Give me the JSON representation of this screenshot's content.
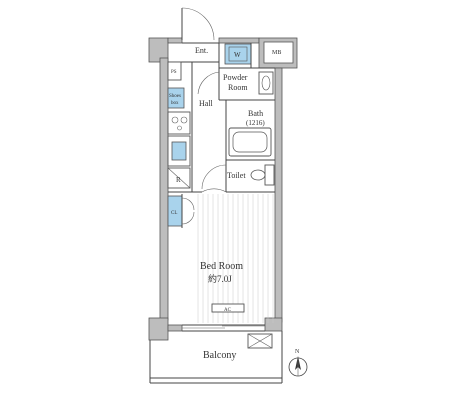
{
  "rooms": {
    "entrance": "Ent.",
    "meter_box": "MB",
    "pipe_space": "PS",
    "shoe_box_line1": "Shoes",
    "shoe_box_line2": "box",
    "powder_room_line1": "Powder",
    "powder_room_line2": "Room",
    "hall": "Hall",
    "bath_line1": "Bath",
    "bath_line2": "(1216)",
    "toilet": "Toilet",
    "refrigerator": "R",
    "closet": "CL",
    "washer": "W",
    "bedroom_line1": "Bed Room",
    "bedroom_line2": "約7.0J",
    "air_conditioner": "AC",
    "balcony": "Balcony"
  },
  "compass": {
    "north": "N"
  }
}
